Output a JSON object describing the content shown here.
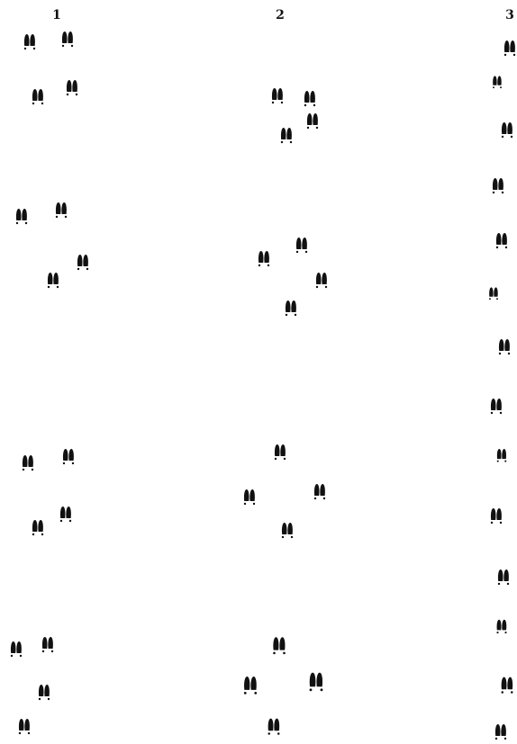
{
  "figure": {
    "columns": [
      {
        "label": "1"
      },
      {
        "label": "2"
      },
      {
        "label": "3"
      }
    ],
    "colors": {
      "ink": "#111111",
      "background": "#ffffff"
    }
  }
}
